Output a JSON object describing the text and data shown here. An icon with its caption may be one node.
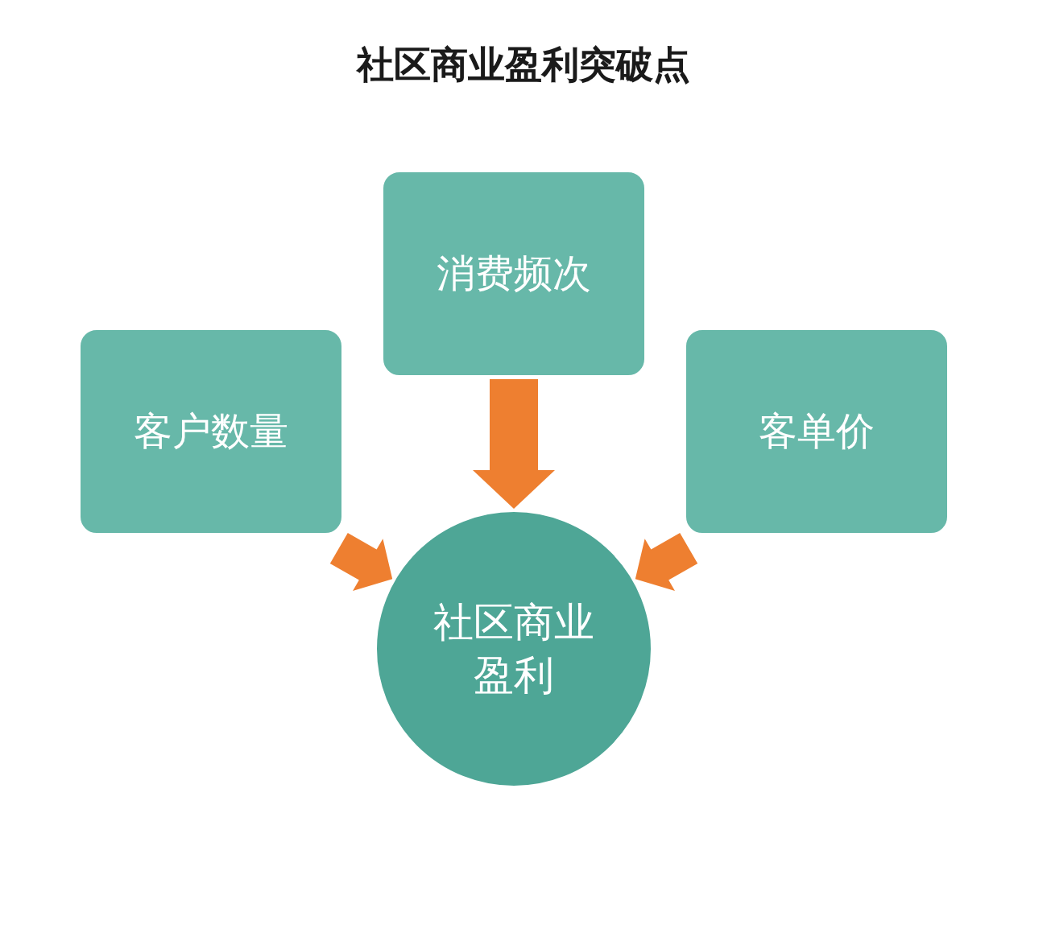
{
  "diagram": {
    "title": "社区商业盈利突破点",
    "nodes": [
      {
        "text": [
          "消费频次"
        ]
      },
      {
        "text": [
          "客户数量"
        ]
      },
      {
        "text": [
          "客单价"
        ]
      },
      {
        "text": [
          "社区商业盈利"
        ]
      }
    ],
    "edges": [
      {
        "from": 1,
        "to": 3,
        "arrow": "to"
      },
      {
        "from": 0,
        "to": 3,
        "arrow": "to"
      },
      {
        "from": 2,
        "to": 3,
        "arrow": "to"
      }
    ]
  }
}
